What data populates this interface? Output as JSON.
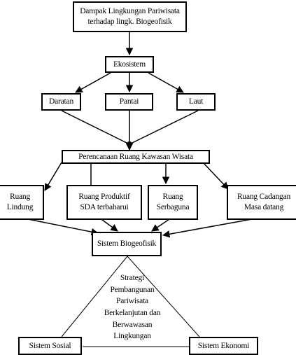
{
  "diagram": {
    "title": "Dampak Lingkungan Pariwisata\nterhadap lingk. Biogeofisik",
    "ecosystem": "Ekosistem",
    "level1": [
      "Daratan",
      "Pantai",
      "Laut"
    ],
    "planning": "Perencanaan Ruang Kawasan Wisata",
    "spaces": [
      "Ruang\nLindung",
      "Ruang Produktif\nSDA terbaharui",
      "Ruang\nSerbaguna",
      "Ruang Cadangan\nMasa datang"
    ],
    "biophysical": "Sistem Biogeofisik",
    "strategy": "Strategi\nPembangunan\nPariwisata\nBerkelanjutan dan\nBerwawasan\nLingkungan",
    "social": "Sistem Sosial",
    "economic": "Sistem Ekonomi"
  }
}
